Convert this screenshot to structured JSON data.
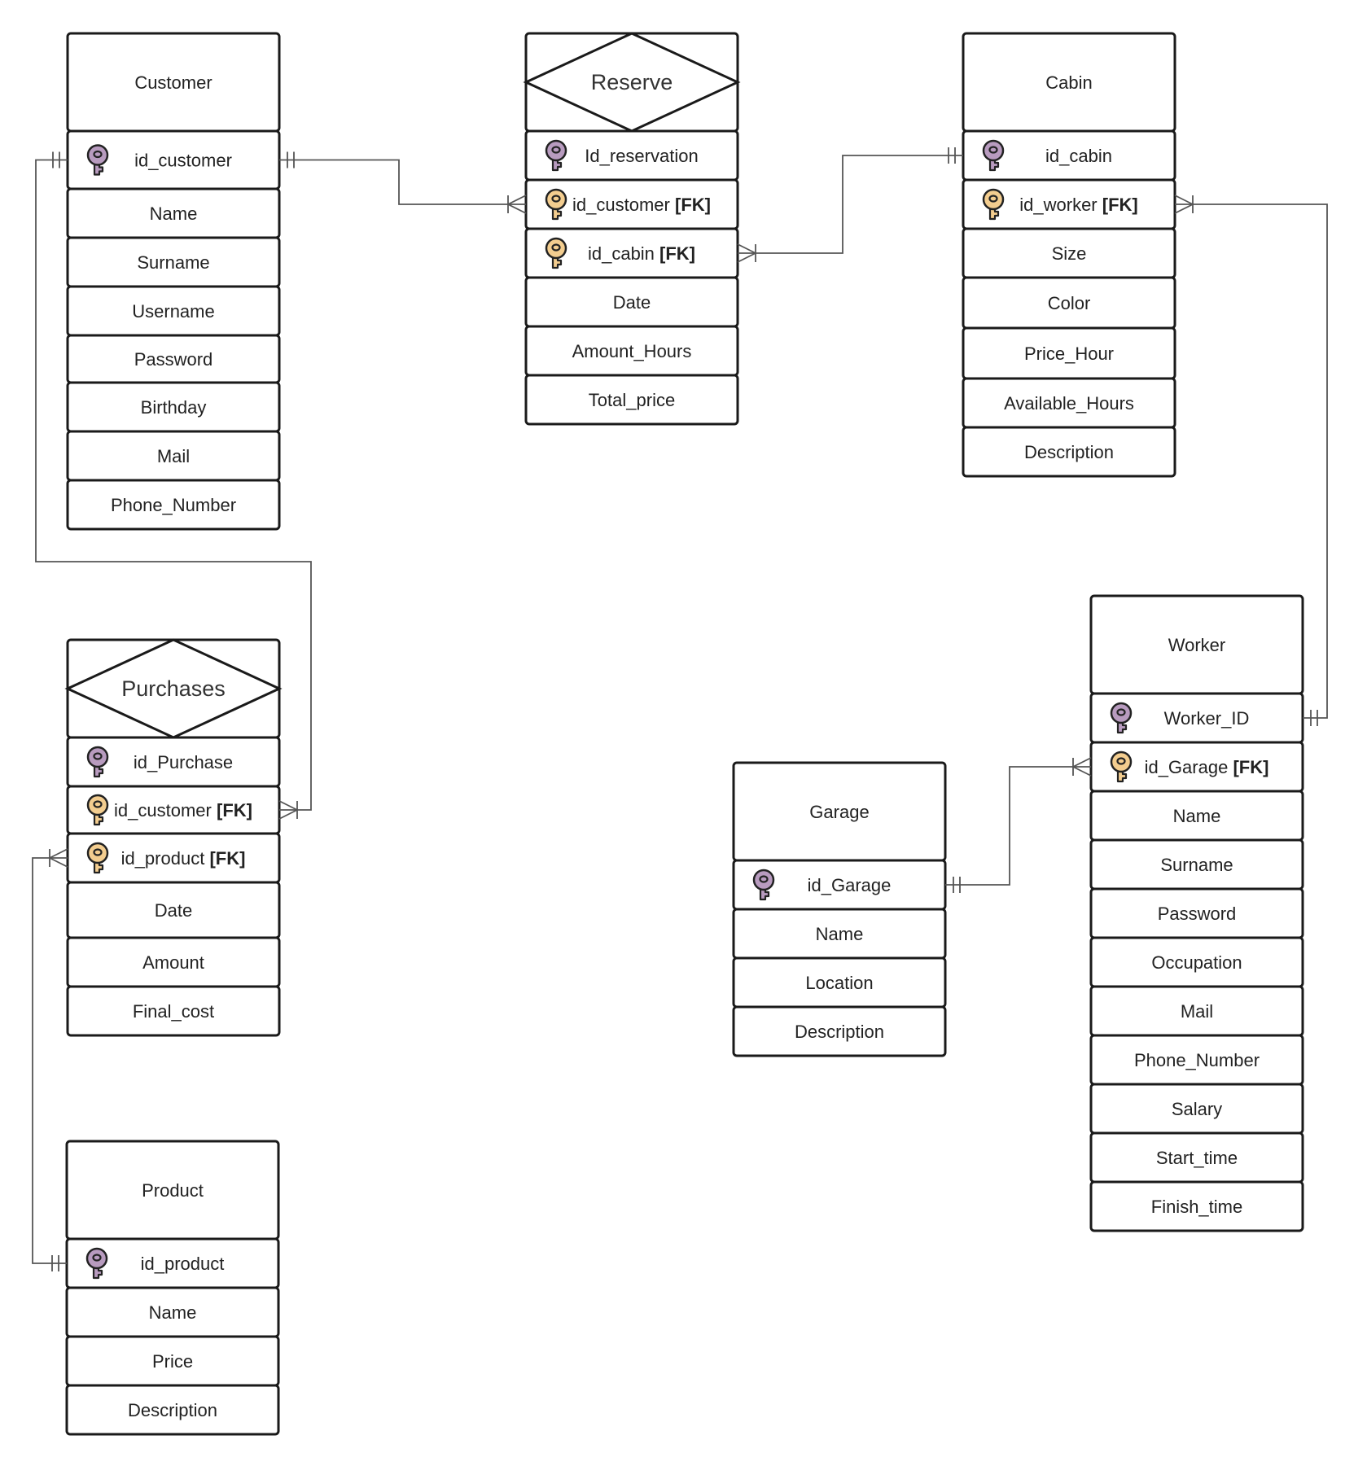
{
  "entities": {
    "customer": {
      "kind": "entity",
      "title": "Customer",
      "fields": [
        {
          "key": "pk",
          "name": "id_customer",
          "fk": ""
        },
        {
          "key": "",
          "name": "Name",
          "fk": ""
        },
        {
          "key": "",
          "name": "Surname",
          "fk": ""
        },
        {
          "key": "",
          "name": "Username",
          "fk": ""
        },
        {
          "key": "",
          "name": "Password",
          "fk": ""
        },
        {
          "key": "",
          "name": "Birthday",
          "fk": ""
        },
        {
          "key": "",
          "name": "Mail",
          "fk": ""
        },
        {
          "key": "",
          "name": "Phone_Number",
          "fk": ""
        }
      ]
    },
    "reserve": {
      "kind": "relationship",
      "title": "Reserve",
      "fields": [
        {
          "key": "pk",
          "name": "Id_reservation",
          "fk": ""
        },
        {
          "key": "fk",
          "name": "id_customer",
          "fk": "[FK]"
        },
        {
          "key": "fk",
          "name": "id_cabin",
          "fk": "[FK]"
        },
        {
          "key": "",
          "name": "Date",
          "fk": ""
        },
        {
          "key": "",
          "name": "Amount_Hours",
          "fk": ""
        },
        {
          "key": "",
          "name": "Total_price",
          "fk": ""
        }
      ]
    },
    "cabin": {
      "kind": "entity",
      "title": "Cabin",
      "fields": [
        {
          "key": "pk",
          "name": "id_cabin",
          "fk": ""
        },
        {
          "key": "fk",
          "name": "id_worker",
          "fk": "[FK]"
        },
        {
          "key": "",
          "name": "Size",
          "fk": ""
        },
        {
          "key": "",
          "name": "Color",
          "fk": ""
        },
        {
          "key": "",
          "name": "Price_Hour",
          "fk": ""
        },
        {
          "key": "",
          "name": "Available_Hours",
          "fk": ""
        },
        {
          "key": "",
          "name": "Description",
          "fk": ""
        }
      ]
    },
    "purchases": {
      "kind": "relationship",
      "title": "Purchases",
      "fields": [
        {
          "key": "pk",
          "name": "id_Purchase",
          "fk": ""
        },
        {
          "key": "fk",
          "name": "id_customer",
          "fk": "[FK]"
        },
        {
          "key": "fk",
          "name": "id_product",
          "fk": "[FK]"
        },
        {
          "key": "",
          "name": "Date",
          "fk": ""
        },
        {
          "key": "",
          "name": "Amount",
          "fk": ""
        },
        {
          "key": "",
          "name": "Final_cost",
          "fk": ""
        }
      ]
    },
    "product": {
      "kind": "entity",
      "title": "Product",
      "fields": [
        {
          "key": "pk",
          "name": "id_product",
          "fk": ""
        },
        {
          "key": "",
          "name": "Name",
          "fk": ""
        },
        {
          "key": "",
          "name": "Price",
          "fk": ""
        },
        {
          "key": "",
          "name": "Description",
          "fk": ""
        }
      ]
    },
    "garage": {
      "kind": "entity",
      "title": "Garage",
      "fields": [
        {
          "key": "pk",
          "name": "id_Garage",
          "fk": ""
        },
        {
          "key": "",
          "name": "Name",
          "fk": ""
        },
        {
          "key": "",
          "name": "Location",
          "fk": ""
        },
        {
          "key": "",
          "name": "Description",
          "fk": ""
        }
      ]
    },
    "worker": {
      "kind": "entity",
      "title": "Worker",
      "fields": [
        {
          "key": "pk",
          "name": "Worker_ID",
          "fk": ""
        },
        {
          "key": "fk",
          "name": "id_Garage",
          "fk": "[FK]"
        },
        {
          "key": "",
          "name": "Name",
          "fk": ""
        },
        {
          "key": "",
          "name": "Surname",
          "fk": ""
        },
        {
          "key": "",
          "name": "Password",
          "fk": ""
        },
        {
          "key": "",
          "name": "Occupation",
          "fk": ""
        },
        {
          "key": "",
          "name": "Mail",
          "fk": ""
        },
        {
          "key": "",
          "name": "Phone_Number",
          "fk": ""
        },
        {
          "key": "",
          "name": "Salary",
          "fk": ""
        },
        {
          "key": "",
          "name": "Start_time",
          "fk": ""
        },
        {
          "key": "",
          "name": "Finish_time",
          "fk": ""
        }
      ]
    }
  },
  "relations": [
    {
      "from": "customer.id_customer",
      "from_end": "one",
      "to": "reserve.id_customer",
      "to_end": "many"
    },
    {
      "from": "cabin.id_cabin",
      "from_end": "one",
      "to": "reserve.id_cabin",
      "to_end": "many"
    },
    {
      "from": "worker.Worker_ID",
      "from_end": "one",
      "to": "cabin.id_worker",
      "to_end": "many"
    },
    {
      "from": "customer.id_customer",
      "from_end": "one",
      "to": "purchases.id_customer",
      "to_end": "many"
    },
    {
      "from": "product.id_product",
      "from_end": "one",
      "to": "purchases.id_product",
      "to_end": "many"
    },
    {
      "from": "garage.id_Garage",
      "from_end": "one",
      "to": "worker.id_Garage",
      "to_end": "many"
    }
  ],
  "colors": {
    "border": "#1a1a1a",
    "line": "#555555",
    "pk_key": "#b89bbf",
    "fk_key": "#f3cd8f",
    "key_outline": "#222222"
  },
  "icons": {
    "pk": "primary-key-icon",
    "fk": "foreign-key-icon"
  }
}
